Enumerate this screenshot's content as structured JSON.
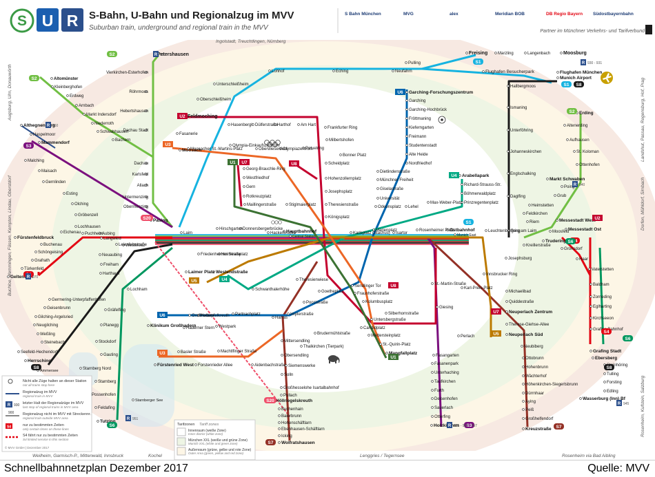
{
  "header": {
    "logo_s": "S",
    "logo_u": "U",
    "logo_r": "R",
    "title": "S-Bahn, U-Bahn und Regionalzug im MVV",
    "subtitle": "Suburban train, underground and regional train in the MVV",
    "partner_label": "Partner im Münchner Verkehrs- und Tarifverbund",
    "partner_logos": [
      "S Bahn München",
      "MVG",
      "alex",
      "Meridian BOB",
      "DB Regio Bayern",
      "Südostbayernbahn"
    ]
  },
  "edge_labels": {
    "top": "Ingolstadt, Treuchtlingen, Nürnberg",
    "left_top": "Augsburg, Ulm, Donauwörth",
    "left_bottom": "Buchloe, Memmingen, Füssen, Kempten, Lindau, Oberstdorf",
    "right_top": "Landshut, Passau, Regensburg, Hof, Prag",
    "right_mid": "Dorfen, Mühldorf, Simbach",
    "right_bottom": "Rosenheim, Kufstein, Salzburg",
    "bottom_left": "Weilheim, Garmisch-P., Mittenwald, Innsbruck",
    "bottom_mid": "Kochel",
    "bottom_center": "Lenggries / Tegernsee",
    "bottom_right": "Rosenheim via Bad Aibling"
  },
  "lines": {
    "S1": {
      "label": "S1",
      "color": "#16b3e0"
    },
    "S2": {
      "label": "S2",
      "color": "#71bf44"
    },
    "S3": {
      "label": "S3",
      "color": "#7b107e"
    },
    "S4": {
      "label": "S4",
      "color": "#e30613"
    },
    "S6": {
      "label": "S6",
      "color": "#00975f"
    },
    "S7": {
      "label": "S7",
      "color": "#943126"
    },
    "S8": {
      "label": "S8",
      "color": "#1a1a1a"
    },
    "S20": {
      "label": "S20",
      "color": "#ef4f6a"
    },
    "U1": {
      "label": "U1",
      "color": "#3c7233"
    },
    "U2": {
      "label": "U2",
      "color": "#c4022e"
    },
    "U3": {
      "label": "U3",
      "color": "#ec6726"
    },
    "U4": {
      "label": "U4",
      "color": "#00a984"
    },
    "U5": {
      "label": "U5",
      "color": "#bc7a00"
    },
    "U6": {
      "label": "U6",
      "color": "#0065ae"
    },
    "U7": {
      "label": "U7",
      "color": "#c4022e"
    },
    "U8": {
      "label": "U8",
      "color": "#c4022e"
    },
    "R": {
      "label": "R",
      "color": "#2b4f8c"
    }
  },
  "stations": [
    "Petershausen",
    "Vierkirchen-Esterhofen",
    "Röhrmoos",
    "Hebertshausen",
    "Dachau Stadt",
    "Dachau",
    "Karlsfeld",
    "Allach",
    "Untermenzing",
    "Obermenzing",
    "Altomünster",
    "Kleinberghofen",
    "Erdweg",
    "Arnbach",
    "Markt Indersdorf",
    "Niederroth",
    "Schwabhausen",
    "Bachern",
    "Althegnenberg",
    "Haspelmoor",
    "Mammendorf",
    "Malching",
    "Maisach",
    "Gernlinden",
    "Esting",
    "Olching",
    "Gröbenzell",
    "Lochhausen",
    "Langwied",
    "Leienfelsstraße",
    "Pasing",
    "Laim",
    "Hirschgarten",
    "Donnersbergerbrücke",
    "Hackerbrücke",
    "Hauptbahnhof",
    "Central Station",
    "Karlsplatz (Stachus)",
    "Marienplatz",
    "Isartor",
    "Rosenheimer Platz",
    "Ostbahnhof",
    "Munich East",
    "Leuchtenbergring",
    "Berg am Laim",
    "Trudering",
    "Gronsdorf",
    "Haar",
    "Vaterstetten",
    "Baldham",
    "Zorneding",
    "Eglharting",
    "Kirchseeon",
    "Grafing Bahnhof",
    "Grafing Stadt",
    "Ebersberg",
    "Steinhöring",
    "Tulling",
    "Forsting",
    "Edling",
    "Wasserburg (Inn) Bf",
    "Freising",
    "Marzling",
    "Langenbach",
    "Moosburg",
    "Pulling",
    "Neufahrn",
    "Eching",
    "Lohhof",
    "Unterschleißheim",
    "Oberschleißheim",
    "Feldmoching",
    "Fasanerie",
    "Moosach",
    "Moosacher St.-Martins-Platz",
    "Olympia-Einkaufszentrum",
    "Oberwiesenfeld",
    "Olympiazentrum",
    "Hasenbergl",
    "Dülferstraße",
    "Harthof",
    "Am Hart",
    "Frankfurter Ring",
    "Milbertshofen",
    "Petuelring",
    "Scheidplatz",
    "Bonner Platz",
    "Georg-Brauchle-Ring",
    "Westfriedhof",
    "Gern",
    "Rotkreuzplatz",
    "Maillingerstraße",
    "Stiglmaierplatz",
    "Hohenzollernplatz",
    "Josephsplatz",
    "Theresienstraße",
    "Königsplatz",
    "Odeonsplatz",
    "Lehel",
    "Max-Weber-Platz",
    "Universität",
    "Giselastraße",
    "Münchner Freiheit",
    "Dietlindenstraße",
    "Nordfriedhof",
    "Alte Heide",
    "Studentenstadt",
    "Freimann",
    "Kieferngarten",
    "Fröttmaning",
    "Garching-Hochbrück",
    "Garching",
    "Garching-Forschungszentrum",
    "Arabellapark",
    "Richard-Strauss-Str.",
    "Böhmerwaldplatz",
    "Prinzregentenplatz",
    "Flughafen Besucherpark",
    "Flughafen München",
    "Munich Airport",
    "Hallbergmoos",
    "Ismaning",
    "Unterföhring",
    "Johanneskirchen",
    "Englschalking",
    "Daglfing",
    "Erding",
    "Altenerding",
    "Aufhausen",
    "St. Koloman",
    "Ottenhofen",
    "Markt Schwaben",
    "Poing",
    "Grub",
    "Heimstetten",
    "Feldkirchen",
    "Riem",
    "Messestadt West",
    "Messestadt Ost",
    "Moosfeld",
    "Kreillerstraße",
    "Josephsburg",
    "Innsbrucker Ring",
    "Michaelibad",
    "Quiddestraße",
    "Neuperlach Zentrum",
    "Therese-Giehse-Allee",
    "Neuperlach Süd",
    "Perlach",
    "Neubiberg",
    "Ottobrunn",
    "Hohenbrunn",
    "Wächterhof",
    "Höhenkirchen-Siegertsbrunn",
    "Dürrnhaar",
    "Aying",
    "Peiß",
    "Großhelfendorf",
    "Kreuzstraße",
    "Puchheim",
    "Eichenau",
    "Fürstenfeldbruck",
    "Buchenau",
    "Schöngeising",
    "Grafrath",
    "Türkenfeld",
    "Geltendorf",
    "Aubing",
    "Westkreuz",
    "Neuaubing",
    "Freiham",
    "Harthaus",
    "Lochham",
    "Germering-Unterpfaffenhofen",
    "Geisenbrunn",
    "Gilching-Argelsried",
    "Neugilching",
    "Weßling",
    "Steinebach",
    "Seefeld-Hechendorf",
    "Herrsching",
    "Ammersee",
    "Gräfelfing",
    "Planegg",
    "Stockdorf",
    "Gauting",
    "Starnberg Nord",
    "Starnberg",
    "Possenhofen",
    "Feldafing",
    "Tutzing",
    "Starnberger See",
    "Friedenheimer Straße",
    "Heimeranplatz",
    "Laimer Platz",
    "Westendstraße",
    "Schwanthalerhöhe",
    "Theresienwiese",
    "Goetheplatz",
    "Poccistraße",
    "Sendlinger Tor",
    "Fraunhoferstraße",
    "Kolumbusplatz",
    "Großhadern",
    "Klinikum Großhadern",
    "Haderner Stern",
    "Holzapfelkreuth",
    "Partnachplatz",
    "Westpark",
    "Harras",
    "Implerstraße",
    "Brudermühlstraße",
    "Thalkirchen (Tierpark)",
    "Obersendling",
    "Mittersendling",
    "Siemenswerke",
    "Solln",
    "Großhesselohe Isartalbahnhof",
    "Pullach",
    "Höllriegelskreuth",
    "Buchenhain",
    "Baierbrunn",
    "Hohenschäftlarn",
    "Ebenhausen-Schäftlarn",
    "Icking",
    "Wolfratshausen",
    "Fürstenried West",
    "Basler Straße",
    "Forstenrieder Allee",
    "Machtlfinger Straße",
    "Aidenbachstraße",
    "Silberhornstraße",
    "Untersbergstraße",
    "Candidplatz",
    "Wettersteinplatz",
    "St.-Quirin-Platz",
    "Mangfallplatz",
    "St.-Martin-Straße",
    "Karl-Preis-Platz",
    "Giesing",
    "Fasangarten",
    "Fasanenpark",
    "Unterhaching",
    "Taufkirchen",
    "Furth",
    "Deisenhofen",
    "Sauerlach",
    "Otterfing",
    "Holzkirchen"
  ],
  "legend": {
    "items": [
      "Nicht alle Züge halten an dieser Station",
      "not all trains stop here",
      "Regionalzug im MVV",
      "regional train in MVV",
      "letzter Halt der Regionalzüge im MVV",
      "last stop of regional trains in MVV area",
      "Regionalzug nicht im MVV mit Streckennr.",
      "regional train outside MVV area",
      "nur zu bestimmten Zeiten",
      "only certain times on these lines",
      "S4 fährt nur zu bestimmten Zeiten",
      "S4 limited service in this section"
    ],
    "copyright": "© MVV GmbH | Dezember 2017",
    "route_nums": [
      "930",
      "900",
      "960",
      "970",
      "940",
      "930 - 931",
      "955 - 956 - 957",
      "945",
      "951"
    ]
  },
  "zones": {
    "title": "Tarifzonen",
    "title_en": "Tariff zones",
    "inner": "Innenraum (weiße Zone)",
    "inner_en": "Inner district (white zone)",
    "xxl": "München XXL (weiße und grüne Zone)",
    "xxl_en": "Munich XXL (white and green zone)",
    "outer": "Außenraum (grüne, gelbe und rote Zone)",
    "outer_en": "Outer Area (green, yellow and red zone)"
  },
  "caption": {
    "left": "Schnellbahnnetzplan Dezember 2017",
    "right": "Quelle: MVV"
  }
}
